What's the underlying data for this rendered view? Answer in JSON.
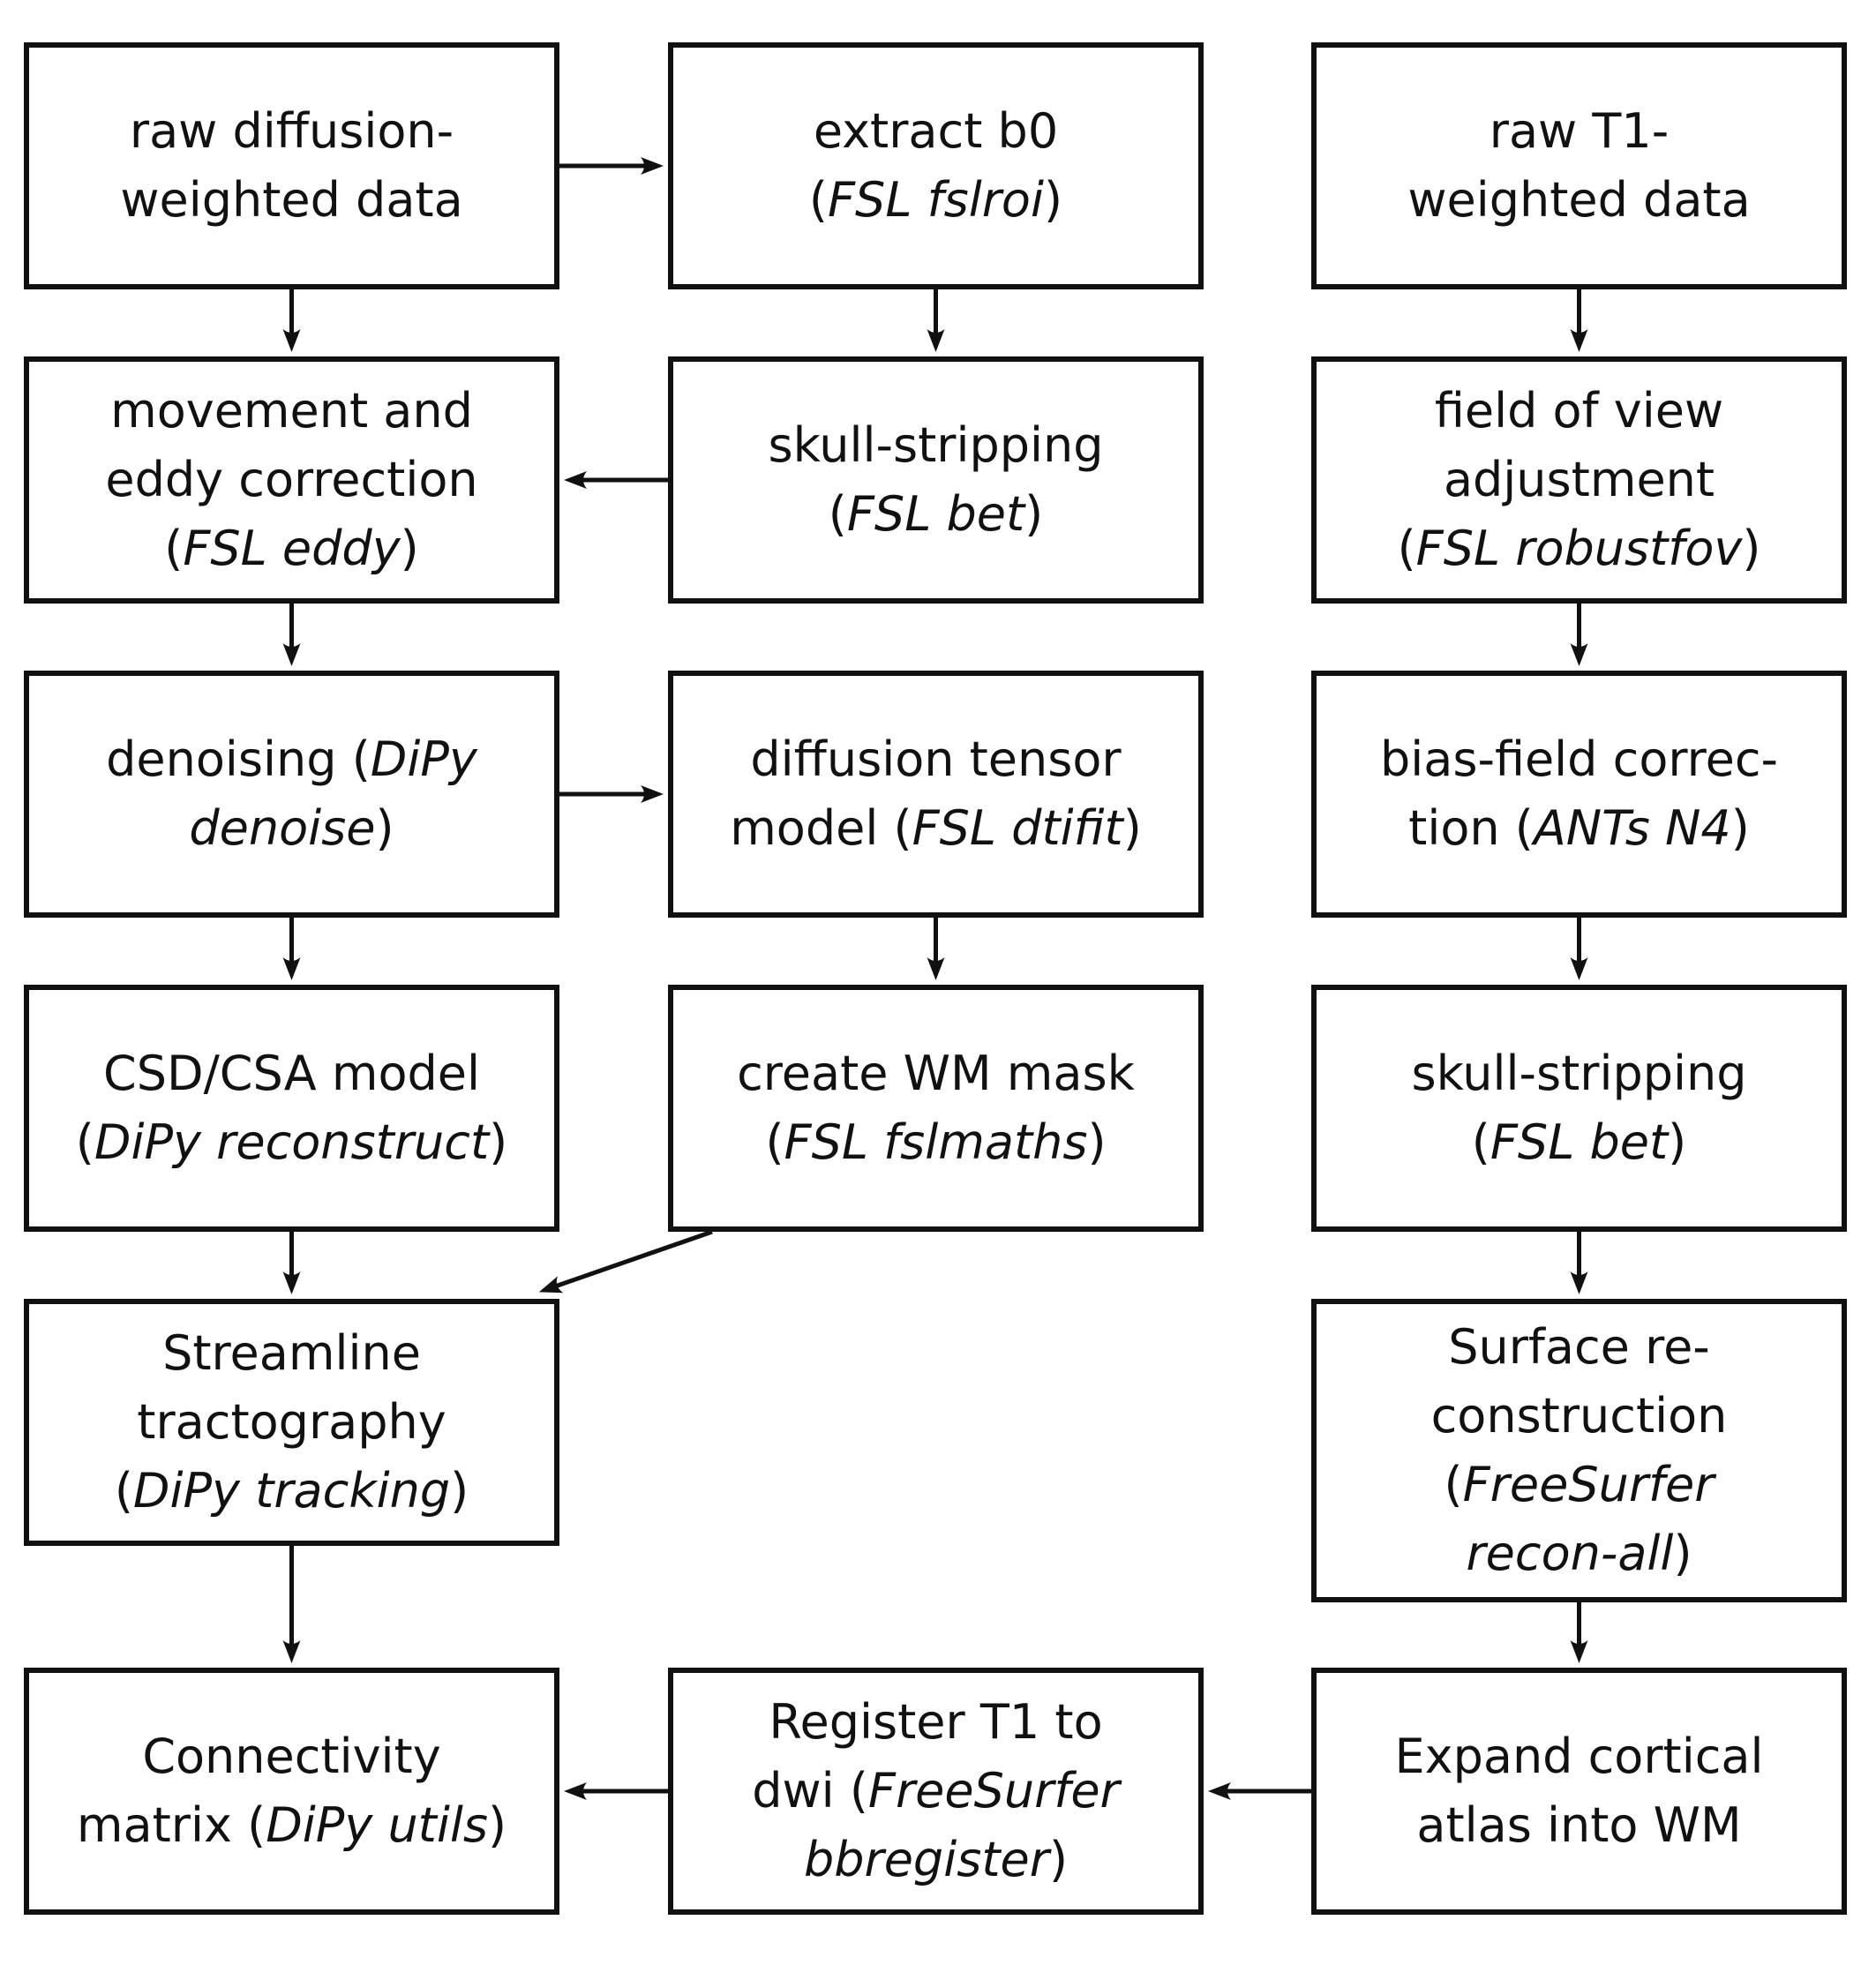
{
  "nodes": [
    {
      "id": "raw-dwi",
      "lines": [
        [
          {
            "t": "raw diffusion-"
          }
        ],
        [
          {
            "t": "weighted data"
          }
        ]
      ]
    },
    {
      "id": "extract-b0",
      "lines": [
        [
          {
            "t": "extract b0"
          }
        ],
        [
          {
            "t": "("
          },
          {
            "t": "FSL fslroi",
            "i": true
          },
          {
            "t": ")"
          }
        ]
      ]
    },
    {
      "id": "raw-t1",
      "lines": [
        [
          {
            "t": "raw T1-"
          }
        ],
        [
          {
            "t": "weighted data"
          }
        ]
      ]
    },
    {
      "id": "eddy",
      "lines": [
        [
          {
            "t": "movement and"
          }
        ],
        [
          {
            "t": "eddy correction"
          }
        ],
        [
          {
            "t": "("
          },
          {
            "t": "FSL eddy",
            "i": true
          },
          {
            "t": ")"
          }
        ]
      ]
    },
    {
      "id": "bet-dwi",
      "lines": [
        [
          {
            "t": "skull-stripping"
          }
        ],
        [
          {
            "t": "("
          },
          {
            "t": "FSL bet",
            "i": true
          },
          {
            "t": ")"
          }
        ]
      ]
    },
    {
      "id": "fov",
      "lines": [
        [
          {
            "t": "field of view"
          }
        ],
        [
          {
            "t": "adjustment"
          }
        ],
        [
          {
            "t": "("
          },
          {
            "t": "FSL robustfov",
            "i": true
          },
          {
            "t": ")"
          }
        ]
      ]
    },
    {
      "id": "denoise",
      "lines": [
        [
          {
            "t": "denoising ("
          },
          {
            "t": "DiPy",
            "i": true
          }
        ],
        [
          {
            "t": "denoise",
            "i": true
          },
          {
            "t": ")"
          }
        ]
      ]
    },
    {
      "id": "dtifit",
      "lines": [
        [
          {
            "t": "diffusion tensor"
          }
        ],
        [
          {
            "t": "model ("
          },
          {
            "t": "FSL dtifit",
            "i": true
          },
          {
            "t": ")"
          }
        ]
      ]
    },
    {
      "id": "n4",
      "lines": [
        [
          {
            "t": "bias-field correc-"
          }
        ],
        [
          {
            "t": "tion ("
          },
          {
            "t": "ANTs N4",
            "i": true
          },
          {
            "t": ")"
          }
        ]
      ]
    },
    {
      "id": "csd",
      "lines": [
        [
          {
            "t": "CSD/CSA model"
          }
        ],
        [
          {
            "t": "("
          },
          {
            "t": "DiPy reconstruct",
            "i": true
          },
          {
            "t": ")"
          }
        ]
      ]
    },
    {
      "id": "wm-mask",
      "lines": [
        [
          {
            "t": "create WM mask"
          }
        ],
        [
          {
            "t": "("
          },
          {
            "t": "FSL fslmaths",
            "i": true
          },
          {
            "t": ")"
          }
        ]
      ]
    },
    {
      "id": "bet-t1",
      "lines": [
        [
          {
            "t": "skull-stripping"
          }
        ],
        [
          {
            "t": "("
          },
          {
            "t": "FSL bet",
            "i": true
          },
          {
            "t": ")"
          }
        ]
      ]
    },
    {
      "id": "tracking",
      "lines": [
        [
          {
            "t": "Streamline"
          }
        ],
        [
          {
            "t": "tractography"
          }
        ],
        [
          {
            "t": "("
          },
          {
            "t": "DiPy tracking",
            "i": true
          },
          {
            "t": ")"
          }
        ]
      ]
    },
    {
      "id": "recon",
      "lines": [
        [
          {
            "t": "Surface re-"
          }
        ],
        [
          {
            "t": "construction"
          }
        ],
        [
          {
            "t": "("
          },
          {
            "t": "FreeSurfer",
            "i": true
          }
        ],
        [
          {
            "t": "recon-all",
            "i": true
          },
          {
            "t": ")"
          }
        ]
      ]
    },
    {
      "id": "connectivity",
      "lines": [
        [
          {
            "t": "Connectivity"
          }
        ],
        [
          {
            "t": "matrix ("
          },
          {
            "t": "DiPy utils",
            "i": true
          },
          {
            "t": ")"
          }
        ]
      ]
    },
    {
      "id": "register",
      "lines": [
        [
          {
            "t": "Register T1 to"
          }
        ],
        [
          {
            "t": "dwi ("
          },
          {
            "t": "FreeSurfer",
            "i": true
          }
        ],
        [
          {
            "t": "bbregister",
            "i": true
          },
          {
            "t": ")"
          }
        ]
      ]
    },
    {
      "id": "expand",
      "lines": [
        [
          {
            "t": "Expand cortical"
          }
        ],
        [
          {
            "t": "atlas into WM"
          }
        ]
      ]
    }
  ],
  "edges": [
    {
      "from": "raw-dwi",
      "to": "extract-b0"
    },
    {
      "from": "raw-dwi",
      "to": "eddy"
    },
    {
      "from": "extract-b0",
      "to": "bet-dwi"
    },
    {
      "from": "raw-t1",
      "to": "fov"
    },
    {
      "from": "bet-dwi",
      "to": "eddy"
    },
    {
      "from": "eddy",
      "to": "denoise"
    },
    {
      "from": "fov",
      "to": "n4"
    },
    {
      "from": "denoise",
      "to": "dtifit"
    },
    {
      "from": "denoise",
      "to": "csd"
    },
    {
      "from": "dtifit",
      "to": "wm-mask"
    },
    {
      "from": "n4",
      "to": "bet-t1"
    },
    {
      "from": "csd",
      "to": "tracking"
    },
    {
      "from": "wm-mask",
      "to": "tracking"
    },
    {
      "from": "bet-t1",
      "to": "recon"
    },
    {
      "from": "recon",
      "to": "expand"
    },
    {
      "from": "tracking",
      "to": "connectivity"
    },
    {
      "from": "expand",
      "to": "register"
    },
    {
      "from": "register",
      "to": "connectivity"
    }
  ]
}
